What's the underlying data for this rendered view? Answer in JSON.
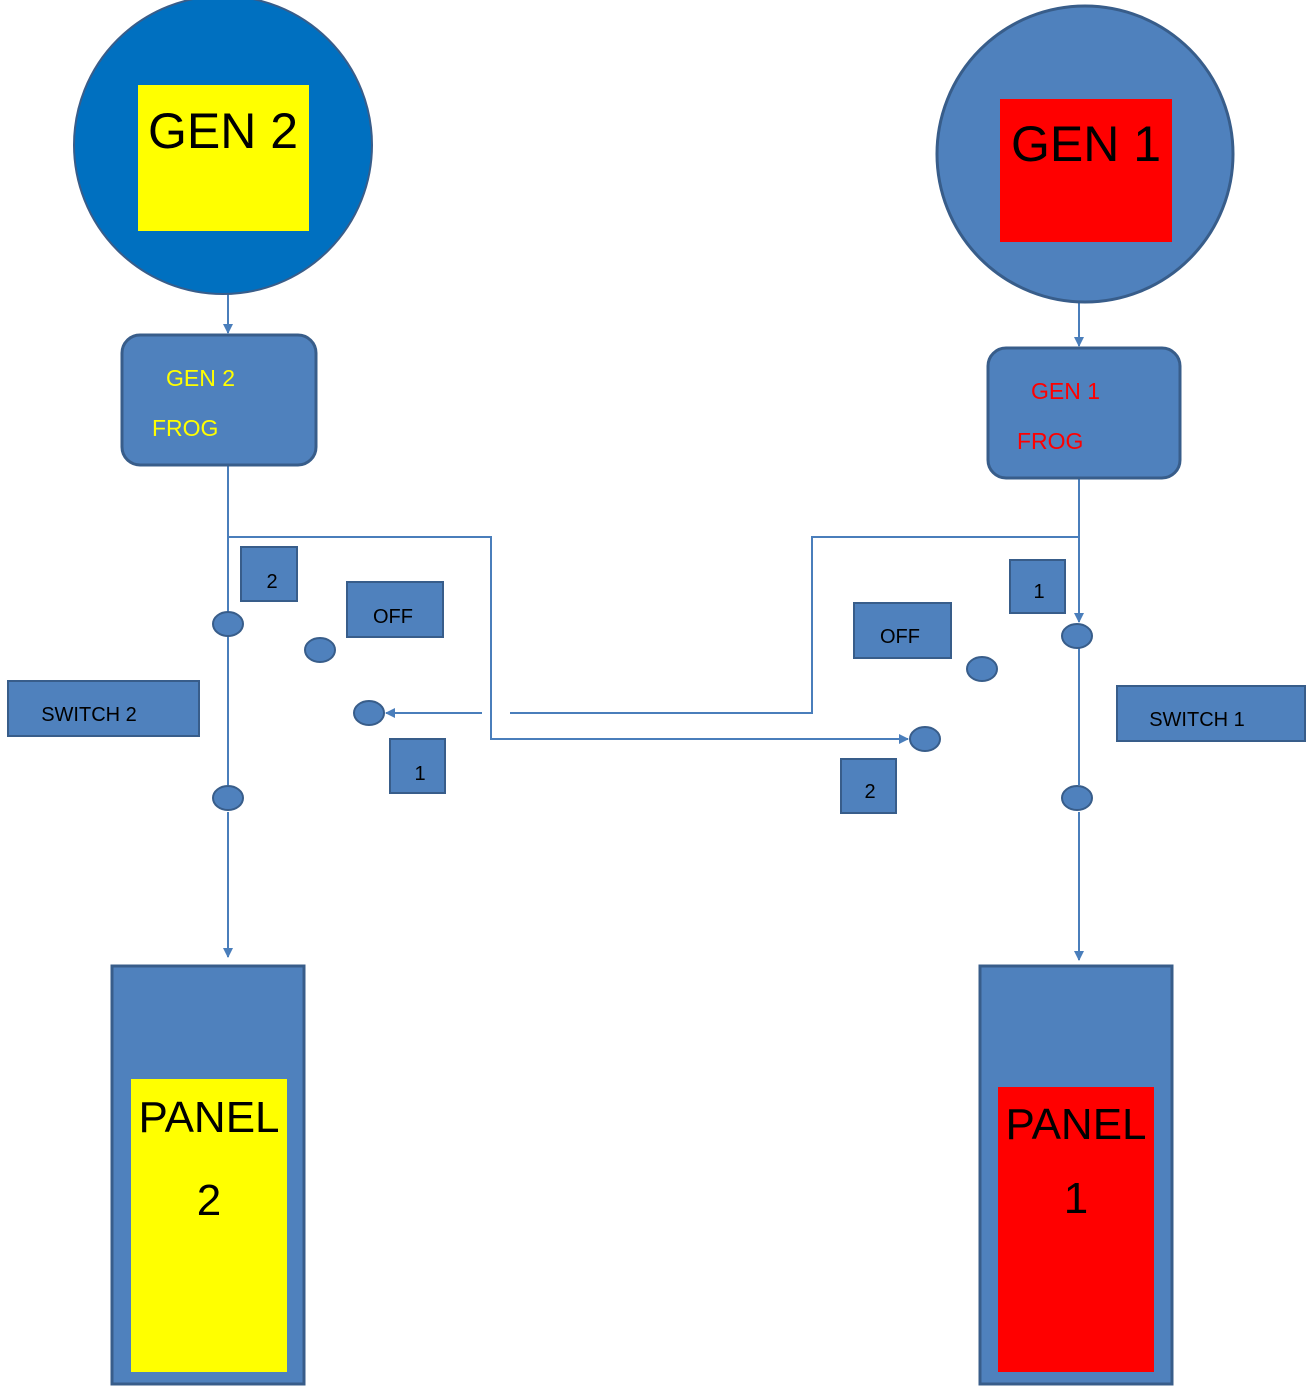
{
  "colors": {
    "shape_fill": "#4f81bd",
    "shape_stroke": "#385d8a",
    "gen2_circle_fill": "#0070c0",
    "wire": "#4a7ebb",
    "gen2_accent": "#ffff00",
    "gen1_accent": "#ff0000"
  },
  "gen2": {
    "label": "GEN 2",
    "frog_line1": "GEN 2",
    "frog_line2": "FROG",
    "switch_label": "SWITCH 2",
    "contact_2": "2",
    "contact_off": "OFF",
    "contact_1": "1",
    "panel_line1": "PANEL",
    "panel_line2": "2"
  },
  "gen1": {
    "label": "GEN 1",
    "frog_line1": "GEN 1",
    "frog_line2": "FROG",
    "switch_label": "SWITCH 1",
    "contact_1": "1",
    "contact_off": "OFF",
    "contact_2": "2",
    "panel_line1": "PANEL",
    "panel_line2": "1"
  }
}
